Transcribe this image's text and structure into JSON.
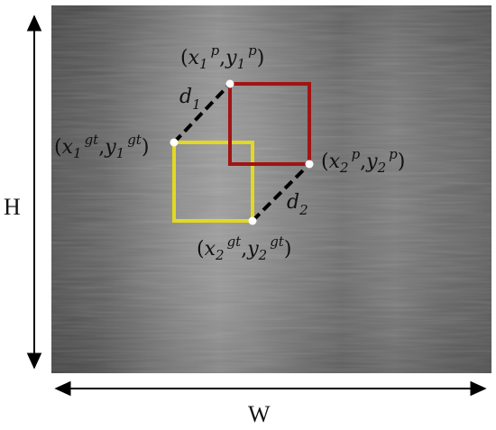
{
  "labels": {
    "height": "H",
    "width": "W",
    "d1": {
      "base": "d",
      "sub": "1"
    },
    "d2": {
      "base": "d",
      "sub": "2"
    },
    "p1": {
      "xb": "x",
      "xsub": "1",
      "xsup": "p",
      "yb": "y",
      "ysub": "1",
      "ysup": "p"
    },
    "p2": {
      "xb": "x",
      "xsub": "2",
      "xsup": "p",
      "yb": "y",
      "ysub": "2",
      "ysup": "p"
    },
    "g1": {
      "xb": "x",
      "xsub": "1",
      "xsup": "gt",
      "yb": "y",
      "ysub": "1",
      "ysup": "gt"
    },
    "g2": {
      "xb": "x",
      "xsub": "2",
      "xsup": "gt",
      "yb": "y",
      "ysub": "2",
      "ysup": "gt"
    },
    "open": "(",
    "comma": ",",
    "close": ")"
  },
  "colors": {
    "prediction_box": "#a11414",
    "ground_truth_box": "#e3d823",
    "distance_line": "#000000",
    "corner_point": "#ffffff"
  },
  "icons": {
    "vertical_axis": "double-arrow-vertical",
    "horizontal_axis": "double-arrow-horizontal"
  }
}
